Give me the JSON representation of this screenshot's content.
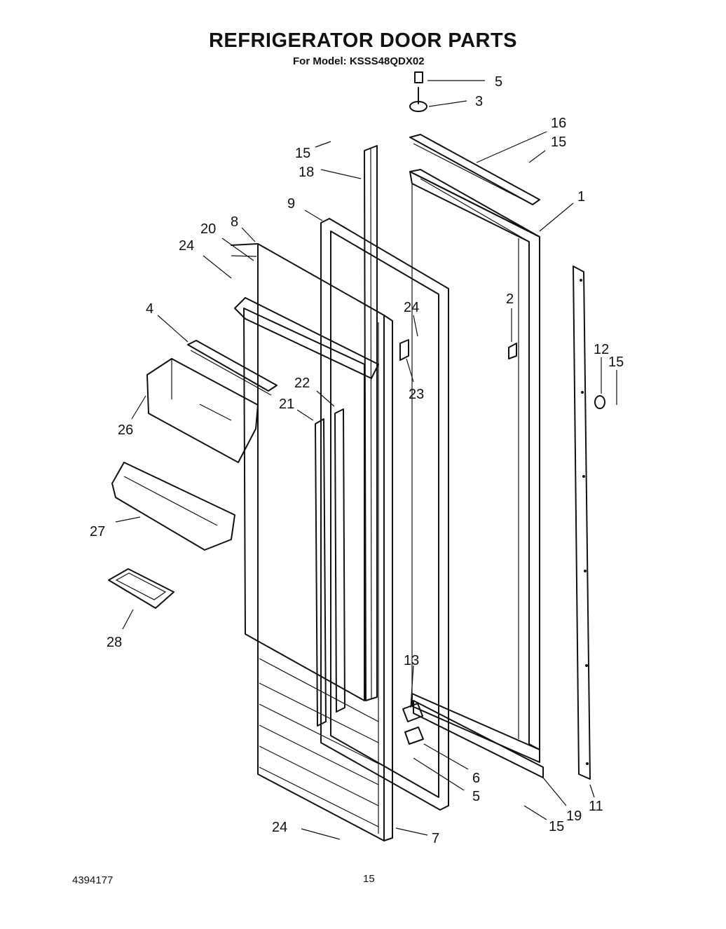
{
  "header": {
    "title": "REFRIGERATOR DOOR PARTS",
    "subtitle": "For Model: KSSS48QDX02"
  },
  "footer": {
    "doc_number": "4394177",
    "page_number": "15"
  },
  "callouts": [
    {
      "label": "5"
    },
    {
      "label": "3"
    },
    {
      "label": "16"
    },
    {
      "label": "15"
    },
    {
      "label": "15"
    },
    {
      "label": "18"
    },
    {
      "label": "1"
    },
    {
      "label": "9"
    },
    {
      "label": "8"
    },
    {
      "label": "20"
    },
    {
      "label": "24"
    },
    {
      "label": "24"
    },
    {
      "label": "2"
    },
    {
      "label": "4"
    },
    {
      "label": "23"
    },
    {
      "label": "12"
    },
    {
      "label": "15"
    },
    {
      "label": "22"
    },
    {
      "label": "21"
    },
    {
      "label": "26"
    },
    {
      "label": "27"
    },
    {
      "label": "28"
    },
    {
      "label": "13"
    },
    {
      "label": "6"
    },
    {
      "label": "5"
    },
    {
      "label": "19"
    },
    {
      "label": "11"
    },
    {
      "label": "15"
    },
    {
      "label": "24"
    },
    {
      "label": "7"
    }
  ]
}
